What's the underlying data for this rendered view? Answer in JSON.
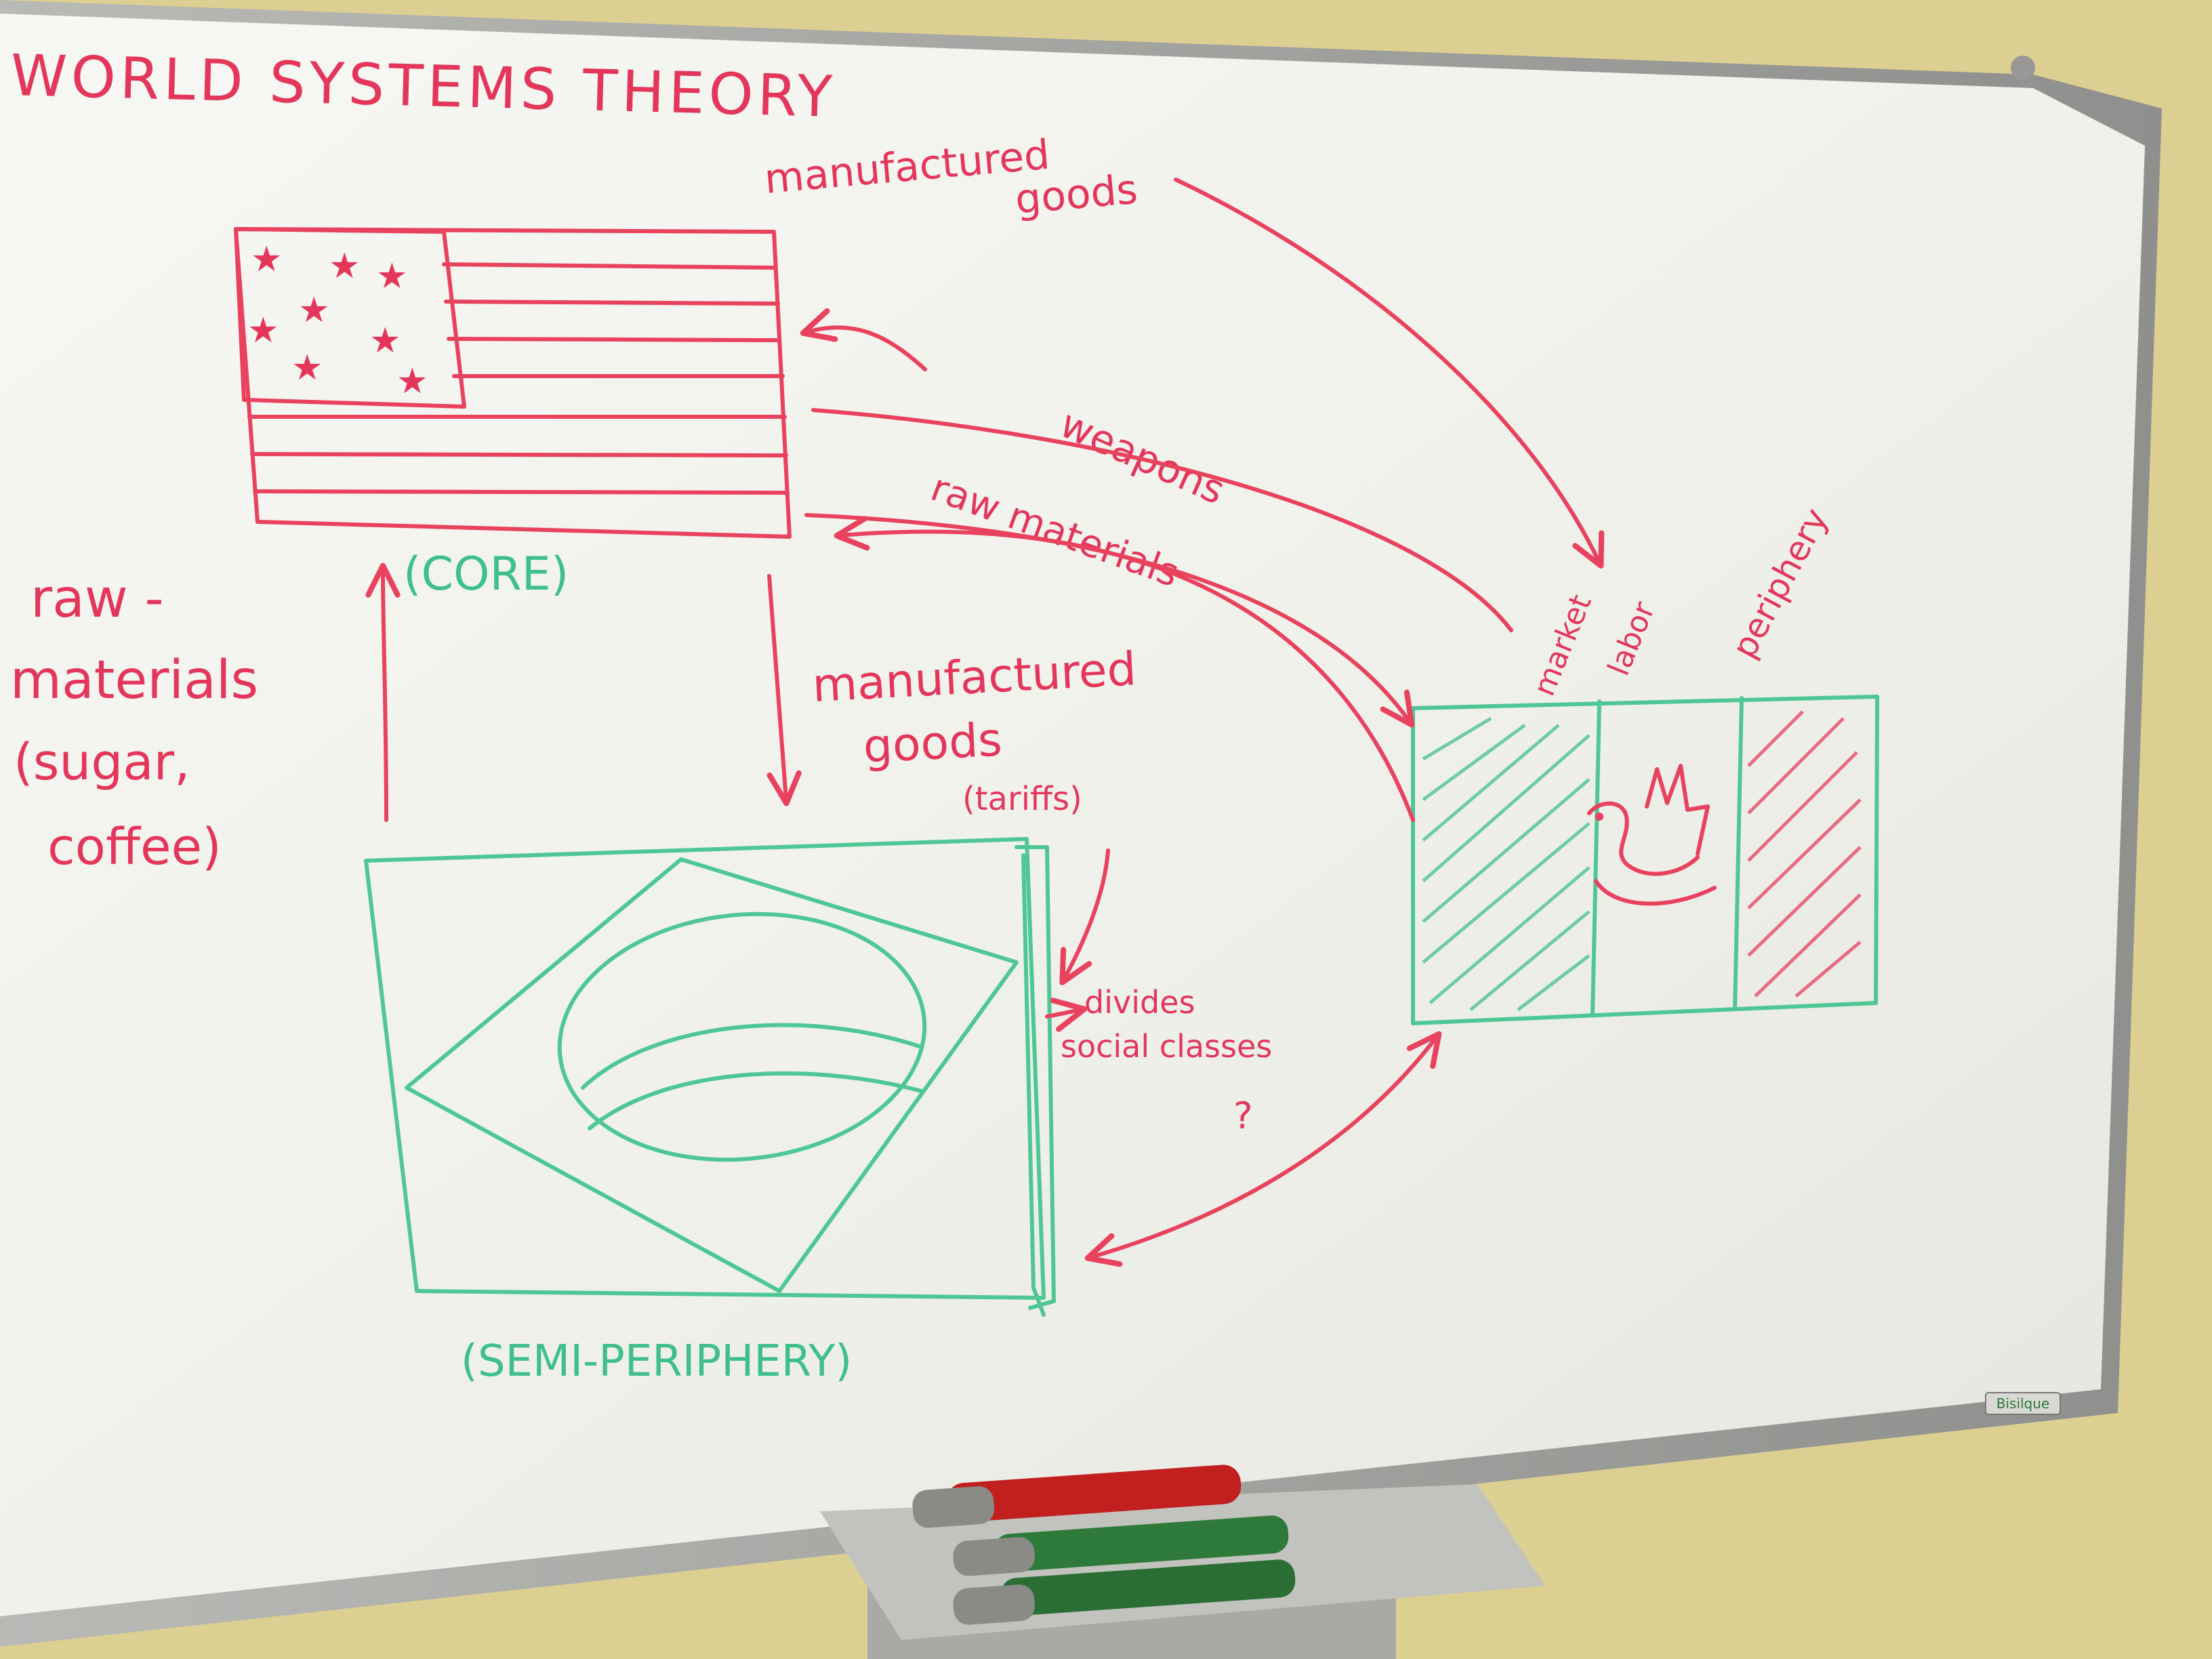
{
  "whiteboard": {
    "title": "WORLD SYSTEMS THEORY",
    "brand": "Bisilque",
    "core": {
      "label": "(CORE)"
    },
    "semi_periphery": {
      "label": "(SEMI-PERIPHERY)"
    },
    "periphery": {
      "label": "periphery"
    },
    "flows": {
      "manufactured_goods_top_line1": "manufactured",
      "manufactured_goods_top_line2": "goods",
      "weapons": "weapons",
      "raw_materials_right": "raw materials",
      "manufactured_goods_mid_line1": "manufactured",
      "manufactured_goods_mid_line2": "goods",
      "tariffs": "(tariffs)",
      "divides_line1": "divides",
      "divides_line2": "social classes",
      "question": "?",
      "raw_materials_left_line1": "raw -",
      "raw_materials_left_line2": "materials",
      "raw_materials_left_line3": "(sugar,",
      "raw_materials_left_line4": "coffee)",
      "market_labor_line1": "market",
      "market_labor_line2": "labor"
    }
  },
  "colors": {
    "red_marker": "#e8425e",
    "green_marker": "#4fc795",
    "wall": "#dccf92",
    "board": "#f3f3ef"
  },
  "markers": [
    {
      "color": "red"
    },
    {
      "color": "green"
    },
    {
      "color": "green"
    }
  ]
}
